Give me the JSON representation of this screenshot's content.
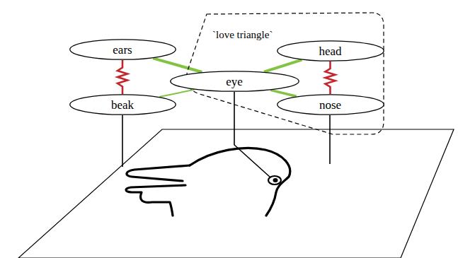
{
  "diagram": {
    "nodes": [
      {
        "text": [
          "ears"
        ]
      },
      {
        "text": [
          "beak"
        ]
      },
      {
        "text": [
          "`love triangle`"
        ]
      },
      {
        "text": [
          "eye"
        ],
        "in": 2
      },
      {
        "text": [
          "head"
        ],
        "in": 2
      },
      {
        "text": [
          "nose"
        ],
        "in": 2
      }
    ],
    "edges": [
      {
        "from": 0,
        "to": 1,
        "arrow": "none"
      },
      {
        "from": 0,
        "to": 3,
        "arrow": "none"
      },
      {
        "from": 1,
        "to": 3,
        "arrow": "none"
      },
      {
        "from": 3,
        "to": 4,
        "arrow": "none"
      },
      {
        "from": 3,
        "to": 5,
        "arrow": "none"
      },
      {
        "from": 4,
        "to": 5,
        "arrow": "none"
      }
    ]
  }
}
